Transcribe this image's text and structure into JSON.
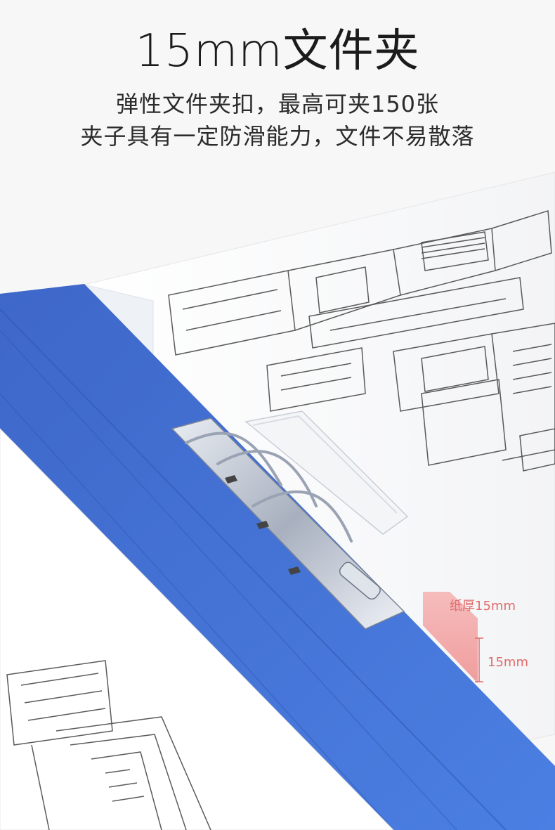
{
  "header": {
    "title": "15mm文件夹",
    "subtitle_line1": "弹性文件夹扣，最高可夹150张",
    "subtitle_line2": "夹子具有一定防滑能力，文件不易散落"
  },
  "annotation": {
    "paper_thickness_label": "纸厚15mm",
    "side_measure_label": "15mm",
    "color": "#e26a6a"
  },
  "colors": {
    "folder_blue": "#3f6fd3",
    "paper": "#ffffff",
    "clip_metal": "#bfc6d2"
  }
}
